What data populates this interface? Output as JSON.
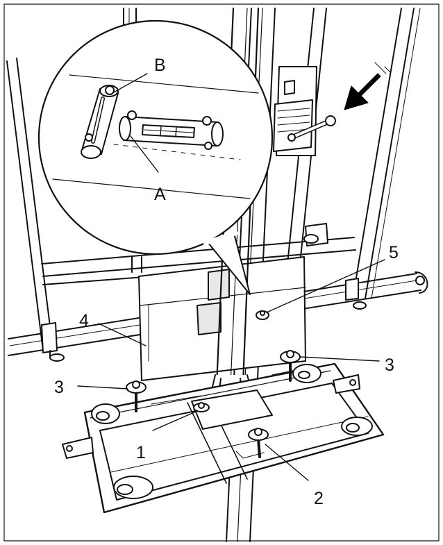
{
  "callouts": {
    "a": "A",
    "b": "B",
    "one": "1",
    "two": "2",
    "three_left": "3",
    "three_right": "3",
    "four": "4",
    "five": "5"
  },
  "colors": {
    "line": "#111111",
    "fill": "#ffffff",
    "shade": "#d9d9d9",
    "arrow": "#000000"
  }
}
